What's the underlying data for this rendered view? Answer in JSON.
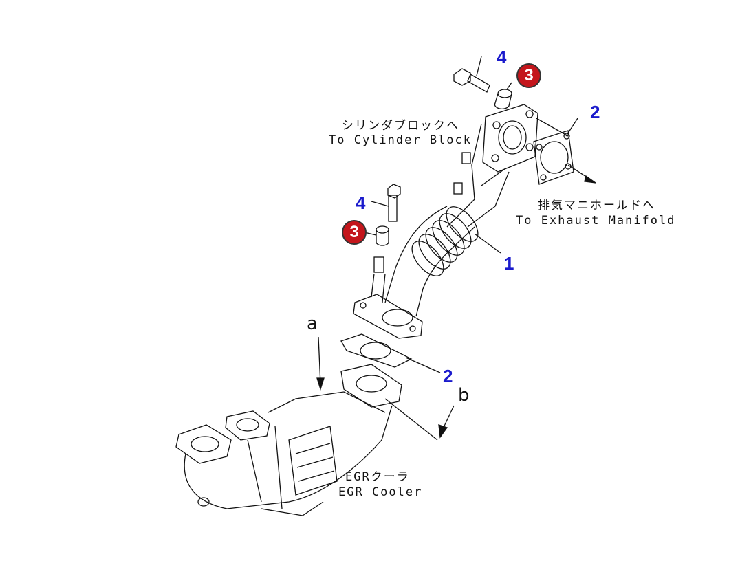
{
  "labels": {
    "cylinder_block_jp": "シリンダブロックへ",
    "cylinder_block_en": "To Cylinder Block",
    "exhaust_manifold_jp": "排気マニホールドへ",
    "exhaust_manifold_en": "To Exhaust Manifold",
    "egr_cooler_jp": "EGRクーラ",
    "egr_cooler_en": "EGR Cooler"
  },
  "callouts": {
    "part1": "1",
    "part2_top": "2",
    "part2_bottom": "2",
    "part3_top": "3",
    "part3_bottom": "3",
    "part4_top": "4",
    "part4_bottom": "4",
    "view_a": "a",
    "view_b": "b"
  },
  "colors": {
    "callout_blue": "#1a1acc",
    "highlight_red": "#c4161c"
  }
}
